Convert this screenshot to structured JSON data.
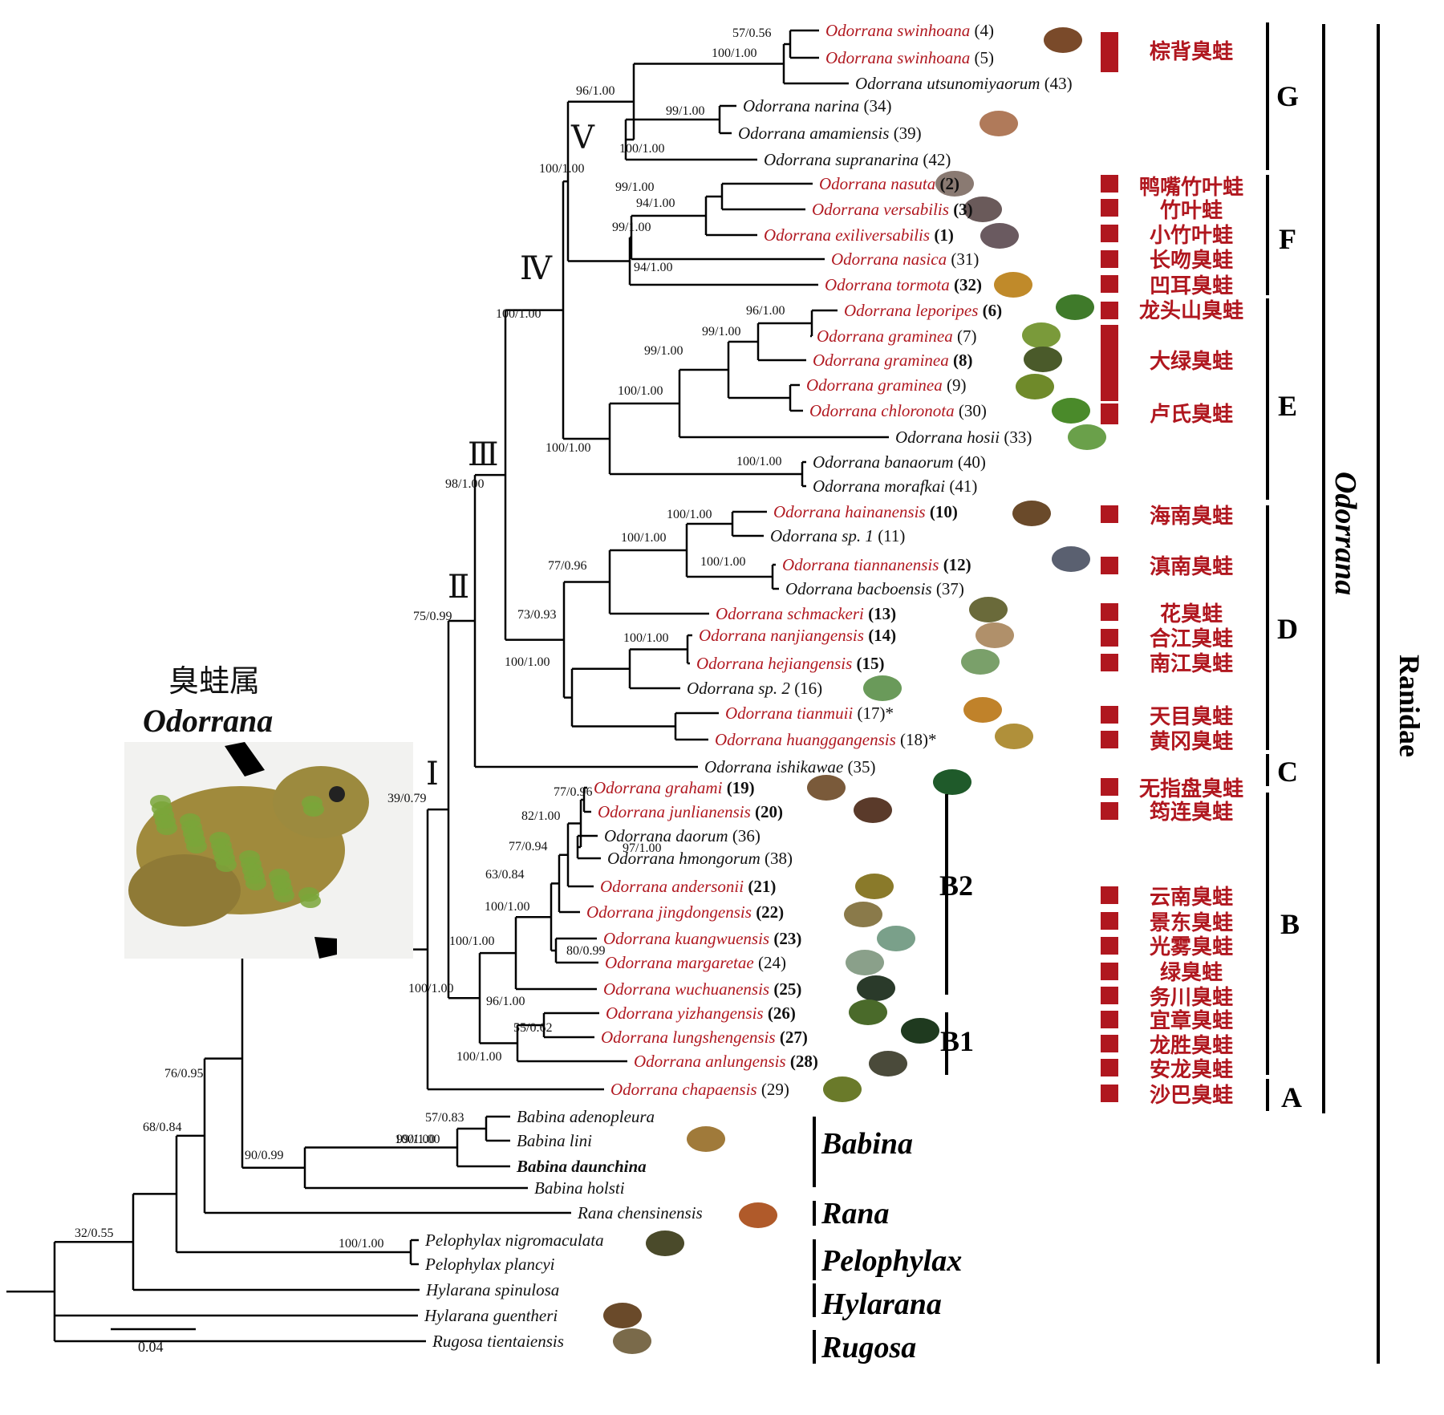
{
  "title": {
    "cn": "臭蛙属",
    "latin": "Odorrana"
  },
  "colors": {
    "highlight": "#b0171f",
    "normal": "#111111"
  },
  "scale_bar": "0.04",
  "nodes": [
    "57/0.56",
    "100/1.00",
    "96/1.00",
    "99/1.00",
    "100/1.00",
    "100/1.00",
    "99/1.00",
    "94/1.00",
    "99/1.00",
    "94/1.00",
    "100/1.00",
    "96/1.00",
    "99/1.00",
    "99/1.00",
    "100/1.00",
    "100/1.00",
    "100/1.00",
    "98/1.00",
    "100/1.00",
    "100/1.00",
    "77/0.96",
    "100/1.00",
    "73/0.93",
    "100/1.00",
    "100/1.00",
    "75/0.99",
    "39/0.79",
    "77/0.96",
    "82/1.00",
    "97/1.00",
    "77/0.94",
    "63/0.84",
    "100/1.00",
    "80/0.99",
    "100/1.00",
    "96/1.00",
    "55/0.62",
    "100/1.00",
    "100/1.00",
    "57/0.83",
    "100/1.00",
    "99/1.00",
    "90/0.99",
    "76/0.95",
    "68/0.84",
    "100/1.00",
    "32/0.55"
  ],
  "roman": [
    "Ⅴ",
    "Ⅳ",
    "Ⅲ",
    "Ⅱ",
    "Ⅰ"
  ],
  "taxa": [
    {
      "name": "Odorrana swinhoana",
      "num": "(4)"
    },
    {
      "name": "Odorrana swinhoana",
      "num": "(5)"
    },
    {
      "name": "Odorrana utsunomiyaorum",
      "num": "(43)"
    },
    {
      "name": "Odorrana narina",
      "num": "(34)"
    },
    {
      "name": "Odorrana amamiensis",
      "num": "(39)"
    },
    {
      "name": "Odorrana supranarina",
      "num": "(42)"
    },
    {
      "name": "Odorrana nasuta",
      "num": "(2)"
    },
    {
      "name": "Odorrana versabilis",
      "num": "(3)"
    },
    {
      "name": "Odorrana exiliversabilis",
      "num": "(1)"
    },
    {
      "name": "Odorrana nasica",
      "num": "(31)"
    },
    {
      "name": "Odorrana tormota",
      "num": "(32)"
    },
    {
      "name": "Odorrana leporipes",
      "num": "(6)"
    },
    {
      "name": "Odorrana graminea",
      "num": "(7)"
    },
    {
      "name": "Odorrana graminea",
      "num": "(8)"
    },
    {
      "name": "Odorrana graminea",
      "num": "(9)"
    },
    {
      "name": "Odorrana chloronota",
      "num": "(30)"
    },
    {
      "name": "Odorrana hosii",
      "num": "(33)"
    },
    {
      "name": "Odorrana banaorum",
      "num": "(40)"
    },
    {
      "name": "Odorrana morafkai",
      "num": "(41)"
    },
    {
      "name": "Odorrana hainanensis",
      "num": "(10)"
    },
    {
      "name": "Odorrana sp. 1",
      "num": "(11)"
    },
    {
      "name": "Odorrana tiannanensis",
      "num": "(12)"
    },
    {
      "name": "Odorrana bacboensis",
      "num": "(37)"
    },
    {
      "name": "Odorrana schmackeri",
      "num": "(13)"
    },
    {
      "name": "Odorrana nanjiangensis",
      "num": "(14)"
    },
    {
      "name": "Odorrana hejiangensis",
      "num": "(15)"
    },
    {
      "name": "Odorrana sp. 2",
      "num": "(16)"
    },
    {
      "name": "Odorrana tianmuii",
      "num": "(17)*"
    },
    {
      "name": "Odorrana huanggangensis",
      "num": "(18)*"
    },
    {
      "name": "Odorrana ishikawae",
      "num": "(35)"
    },
    {
      "name": "Odorrana grahami",
      "num": "(19)"
    },
    {
      "name": "Odorrana junlianensis",
      "num": "(20)"
    },
    {
      "name": "Odorrana daorum",
      "num": "(36)"
    },
    {
      "name": "Odorrana hmongorum",
      "num": "(38)"
    },
    {
      "name": "Odorrana andersonii",
      "num": "(21)"
    },
    {
      "name": "Odorrana jingdongensis",
      "num": "(22)"
    },
    {
      "name": "Odorrana kuangwuensis",
      "num": "(23)"
    },
    {
      "name": "Odorrana margaretae",
      "num": "(24)"
    },
    {
      "name": "Odorrana wuchuanensis",
      "num": "(25)"
    },
    {
      "name": "Odorrana yizhangensis",
      "num": "(26)"
    },
    {
      "name": "Odorrana lungshengensis",
      "num": "(27)"
    },
    {
      "name": "Odorrana anlungensis",
      "num": "(28)"
    },
    {
      "name": "Odorrana chapaensis",
      "num": "(29)"
    },
    {
      "name": "Babina adenopleura",
      "num": ""
    },
    {
      "name": "Babina lini",
      "num": ""
    },
    {
      "name": "Babina daunchina",
      "num": ""
    },
    {
      "name": "Babina holsti",
      "num": ""
    },
    {
      "name": "Rana chensinensis",
      "num": ""
    },
    {
      "name": "Pelophylax nigromaculata",
      "num": ""
    },
    {
      "name": "Pelophylax plancyi",
      "num": ""
    },
    {
      "name": "Hylarana spinulosa",
      "num": ""
    },
    {
      "name": "Hylarana guentheri",
      "num": ""
    },
    {
      "name": "Rugosa tientaiensis",
      "num": ""
    }
  ],
  "cn_names": [
    "棕背臭蛙",
    "鸭嘴竹叶蛙",
    "竹叶蛙",
    "小竹叶蛙",
    "长吻臭蛙",
    "凹耳臭蛙",
    "龙头山臭蛙",
    "大绿臭蛙",
    "卢氏臭蛙",
    "海南臭蛙",
    "滇南臭蛙",
    "花臭蛙",
    "合江臭蛙",
    "南江臭蛙",
    "天目臭蛙",
    "黄冈臭蛙",
    "无指盘臭蛙",
    "筠连臭蛙",
    "云南臭蛙",
    "景东臭蛙",
    "光雾臭蛙",
    "绿臭蛙",
    "务川臭蛙",
    "宜章臭蛙",
    "龙胜臭蛙",
    "安龙臭蛙",
    "沙巴臭蛙"
  ],
  "clades": [
    "G",
    "F",
    "E",
    "D",
    "C",
    "B",
    "A",
    "B2",
    "B1"
  ],
  "groups": [
    "Odorrana",
    "Ranidae"
  ],
  "genera": [
    "Babina",
    "Rana",
    "Pelophylax",
    "Hylarana",
    "Rugosa"
  ]
}
